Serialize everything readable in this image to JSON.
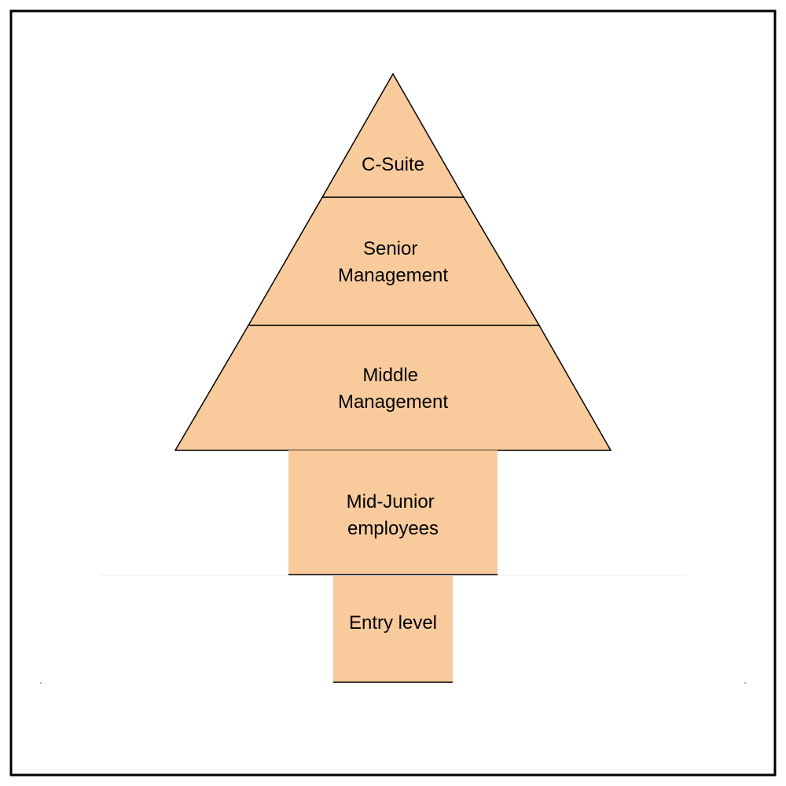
{
  "diagram": {
    "fill_color": "#f9cb9c",
    "stroke_color": "#000000",
    "frame_color": "#000000",
    "tiers": [
      {
        "label": [
          "C-Suite"
        ]
      },
      {
        "label": [
          "Senior",
          "Management"
        ]
      },
      {
        "label": [
          "Middle",
          "Management"
        ]
      },
      {
        "label": [
          "Mid-Junior",
          "employees"
        ]
      },
      {
        "label": [
          "Entry level"
        ]
      }
    ]
  }
}
